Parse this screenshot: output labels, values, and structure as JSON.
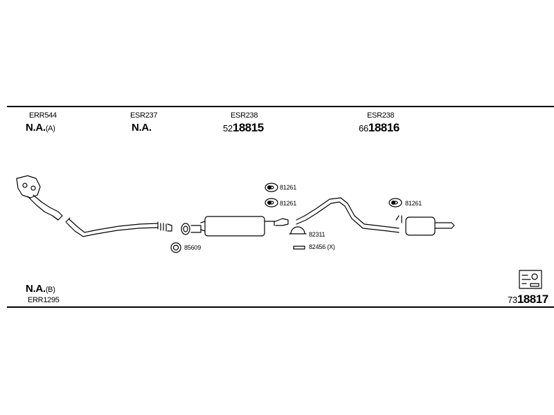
{
  "header": {
    "sections": [
      {
        "code": "ERR544",
        "na": "N.A.",
        "na_suffix": "(A)"
      },
      {
        "code": "ESR237",
        "na": "N.A."
      },
      {
        "code": "ESR238",
        "part_prefix": "52",
        "part_number": "18815"
      },
      {
        "code": "ESR238",
        "part_prefix": "66",
        "part_number": "18816"
      }
    ]
  },
  "labels": {
    "hanger_1": "81261",
    "hanger_2": "81261",
    "hanger_3": "81261",
    "gasket": "85609",
    "clamp": "82311",
    "bolt": "82456 (X)"
  },
  "footer": {
    "na": "N.A.",
    "na_suffix": "(B)",
    "code": "ERR1295",
    "kit_prefix": "73",
    "kit_number": "18817",
    "kit_icon": "exhaust-kit-icon"
  }
}
